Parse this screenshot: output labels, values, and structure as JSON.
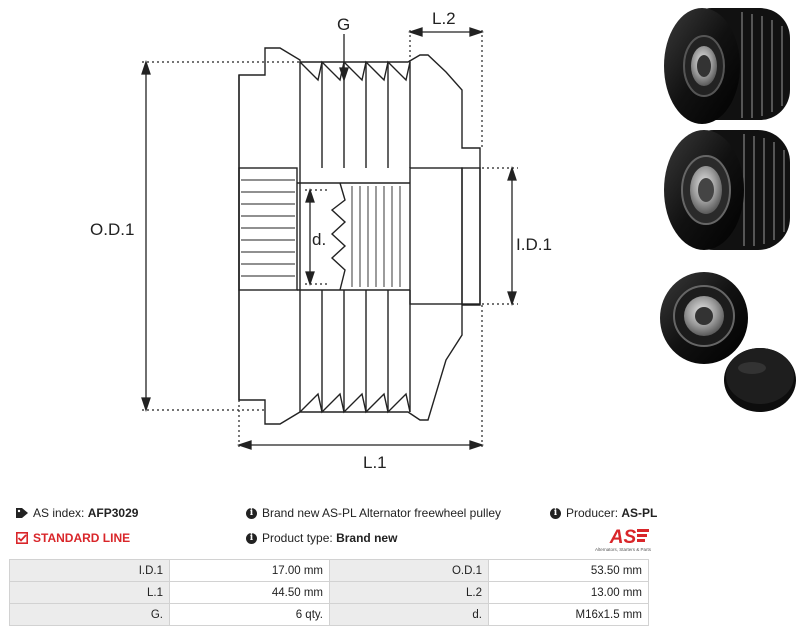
{
  "diagram": {
    "labels": {
      "od1": "O.D.1",
      "id1": "I.D.1",
      "l1": "L.1",
      "l2": "L.2",
      "g": "G",
      "d": "d."
    }
  },
  "photos": [
    {
      "icon": "pulley-photo-side-icon"
    },
    {
      "icon": "pulley-photo-bearing-icon"
    },
    {
      "icon": "pulley-photo-front-icon"
    },
    {
      "icon": "pulley-cap-icon"
    }
  ],
  "info": {
    "as_index_label": "AS index:",
    "as_index_value": "AFP3029",
    "standard_line": "STANDARD LINE",
    "description": "Brand new AS-PL Alternator freewheel pulley",
    "product_type_label": "Product type:",
    "product_type_value": "Brand new",
    "producer_label": "Producer:",
    "producer_value": "AS-PL",
    "logo_text": "AS",
    "logo_tagline": "Alternators, Starters & Parts"
  },
  "specs": [
    {
      "label1": "I.D.1",
      "value1": "17.00 mm",
      "label2": "O.D.1",
      "value2": "53.50 mm"
    },
    {
      "label1": "L.1",
      "value1": "44.50 mm",
      "label2": "L.2",
      "value2": "13.00 mm"
    },
    {
      "label1": "G.",
      "value1": "6 qty.",
      "label2": "d.",
      "value2": "M16x1.5 mm"
    }
  ],
  "colors": {
    "accent_red": "#d9262a",
    "label_bg": "#ececec",
    "line": "#222222"
  }
}
